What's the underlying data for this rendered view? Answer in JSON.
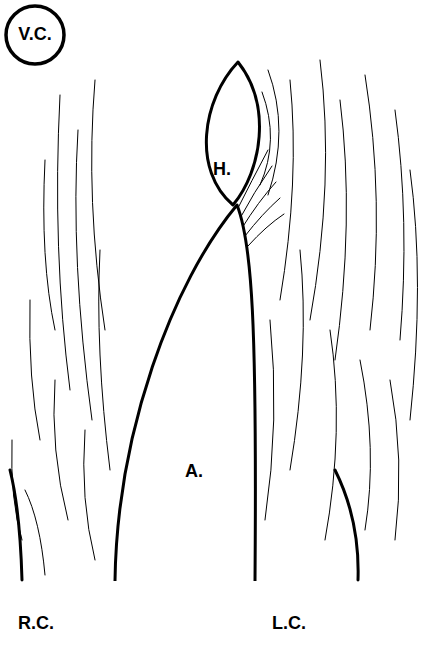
{
  "diagram": {
    "nodes": [
      {
        "text": [
          "V.C."
        ]
      },
      {
        "text": [
          "H."
        ]
      },
      {
        "text": [
          "A."
        ]
      }
    ],
    "labels": [
      "R.C.",
      "L.C."
    ]
  }
}
